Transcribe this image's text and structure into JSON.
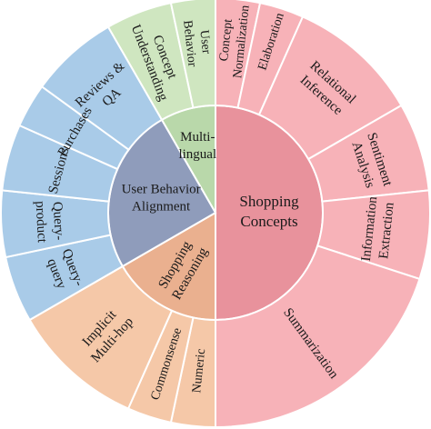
{
  "chart_data": {
    "type": "sunburst",
    "title": "",
    "inner": [
      {
        "label": "Shopping Concepts",
        "start": 0,
        "end": 180,
        "color": "#e8929c",
        "lines": [
          "Shopping",
          "Concepts"
        ]
      },
      {
        "label": "Shopping Reasoning",
        "start": 180,
        "end": 240,
        "color": "#eab08f",
        "lines": [
          "Shopping",
          "Reasoning"
        ]
      },
      {
        "label": "User Behavior Alignment",
        "start": 240,
        "end": 330,
        "color": "#8f9cbb",
        "lines": [
          "User Behavior",
          "Alignment"
        ]
      },
      {
        "label": "Multi-lingual",
        "start": 330,
        "end": 360,
        "color": "#b9d8aa",
        "lines": [
          "Multi-",
          "lingual"
        ]
      }
    ],
    "outer": [
      {
        "label": "Concept Normalization",
        "parent": "Shopping Concepts",
        "start": 0,
        "end": 12,
        "color": "#f7b2b8",
        "lines": [
          "Concept",
          "Normalization"
        ]
      },
      {
        "label": "Elaboration",
        "parent": "Shopping Concepts",
        "start": 12,
        "end": 24,
        "color": "#f7b2b8",
        "lines": [
          "Elaboration"
        ]
      },
      {
        "label": "Relational Inference",
        "parent": "Shopping Concepts",
        "start": 24,
        "end": 60,
        "color": "#f7b2b8",
        "lines": [
          "Relational",
          "Inference"
        ]
      },
      {
        "label": "Sentiment Analysis",
        "parent": "Shopping Concepts",
        "start": 60,
        "end": 84,
        "color": "#f7b2b8",
        "lines": [
          "Sentiment",
          "Analysis"
        ]
      },
      {
        "label": "Information Extraction",
        "parent": "Shopping Concepts",
        "start": 84,
        "end": 108,
        "color": "#f7b2b8",
        "lines": [
          "Information",
          "Extraction"
        ]
      },
      {
        "label": "Summarization",
        "parent": "Shopping Concepts",
        "start": 108,
        "end": 180,
        "color": "#f7b2b8",
        "lines": [
          "Summarization"
        ]
      },
      {
        "label": "Numeric",
        "parent": "Shopping Reasoning",
        "start": 180,
        "end": 192,
        "color": "#f5c8a8",
        "lines": [
          "Numeric"
        ]
      },
      {
        "label": "Commonsense",
        "parent": "Shopping Reasoning",
        "start": 192,
        "end": 204,
        "color": "#f5c8a8",
        "lines": [
          "Commonsense"
        ]
      },
      {
        "label": "Implicit Multi-hop",
        "parent": "Shopping Reasoning",
        "start": 204,
        "end": 240,
        "color": "#f5c8a8",
        "lines": [
          "Implicit",
          "Multi-hop"
        ]
      },
      {
        "label": "Query-query",
        "parent": "User Behavior Alignment",
        "start": 240,
        "end": 258,
        "color": "#a9cbe8",
        "lines": [
          "Query-",
          "query"
        ]
      },
      {
        "label": "Query-product",
        "parent": "User Behavior Alignment",
        "start": 258,
        "end": 276,
        "color": "#a9cbe8",
        "lines": [
          "Query-",
          "product"
        ]
      },
      {
        "label": "Sessions",
        "parent": "User Behavior Alignment",
        "start": 276,
        "end": 294,
        "color": "#a9cbe8",
        "lines": [
          "Sessions"
        ]
      },
      {
        "label": "Purchases",
        "parent": "User Behavior Alignment",
        "start": 294,
        "end": 306,
        "color": "#a9cbe8",
        "lines": [
          "Purchases"
        ]
      },
      {
        "label": "Reviews & QA",
        "parent": "User Behavior Alignment",
        "start": 306,
        "end": 330,
        "color": "#a9cbe8",
        "lines": [
          "Reviews &",
          "QA"
        ]
      },
      {
        "label": "Concept Understanding",
        "parent": "Multi-lingual",
        "start": 330,
        "end": 348,
        "color": "#cfe6c0",
        "lines": [
          "Concept",
          "Understanding"
        ]
      },
      {
        "label": "User Behavior",
        "parent": "Multi-lingual",
        "start": 348,
        "end": 360,
        "color": "#cfe6c0",
        "lines": [
          "User",
          "Behavior"
        ]
      }
    ]
  }
}
